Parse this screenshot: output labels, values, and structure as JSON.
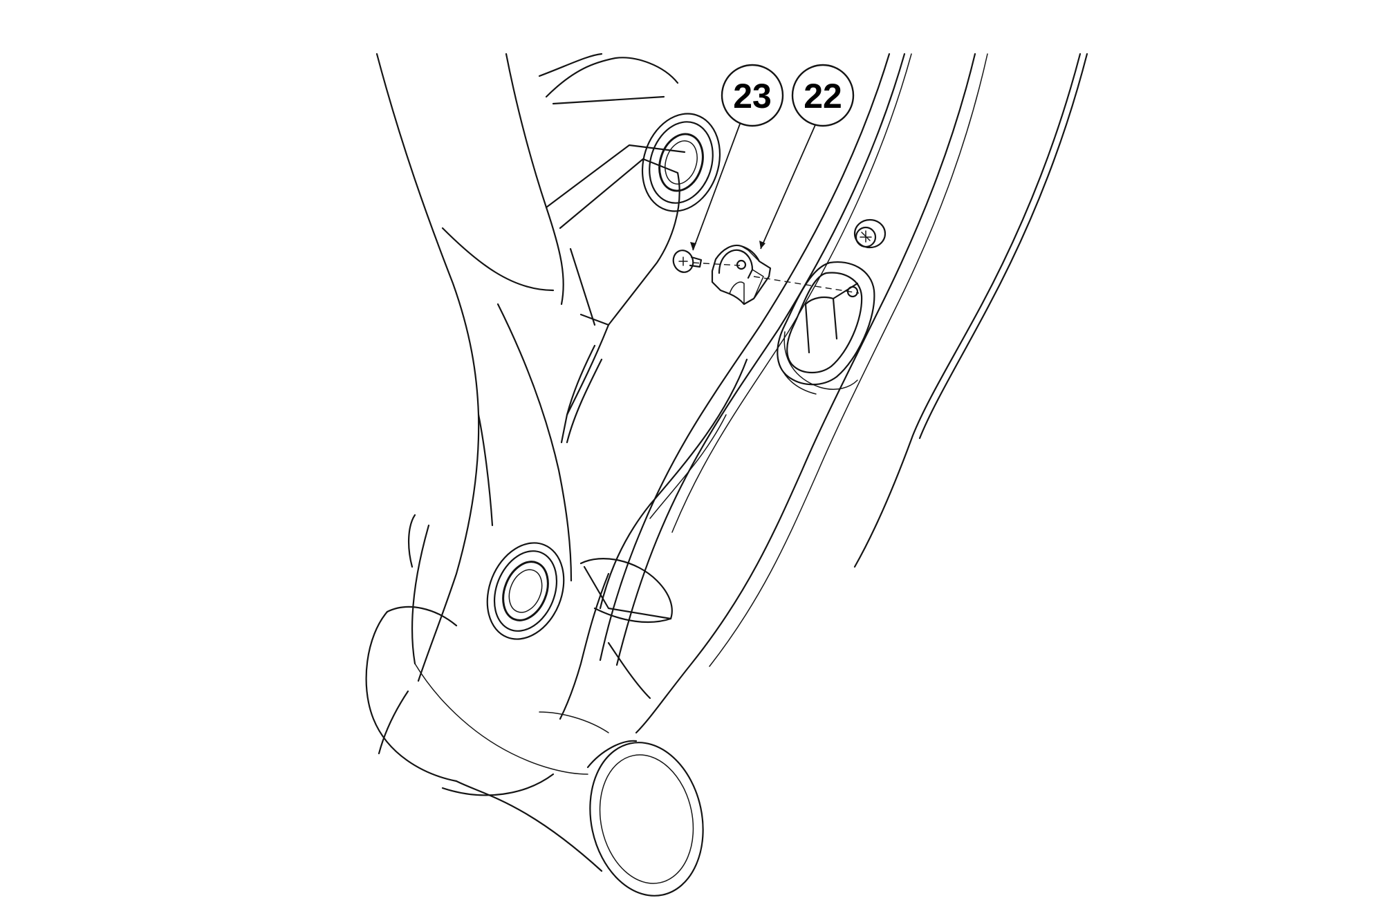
{
  "diagram": {
    "callouts": [
      {
        "id": "callout-23",
        "label": "23"
      },
      {
        "id": "callout-22",
        "label": "22"
      }
    ],
    "line_color": "#141414",
    "background": "#ffffff"
  }
}
